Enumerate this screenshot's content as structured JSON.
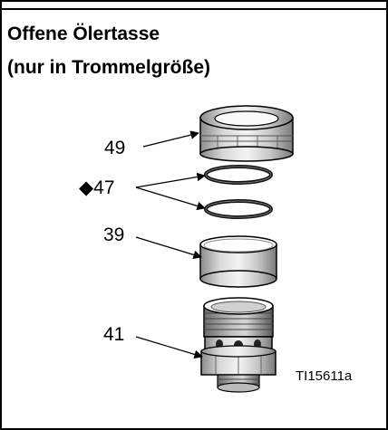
{
  "diagram": {
    "title_line1": "Offene Ölertasse",
    "title_line2": "(nur in Trommelgröße)",
    "callouts": {
      "nut": "49",
      "orings": "◆47",
      "ring": "39",
      "base": "41"
    },
    "figure_id": "TI15611a"
  }
}
